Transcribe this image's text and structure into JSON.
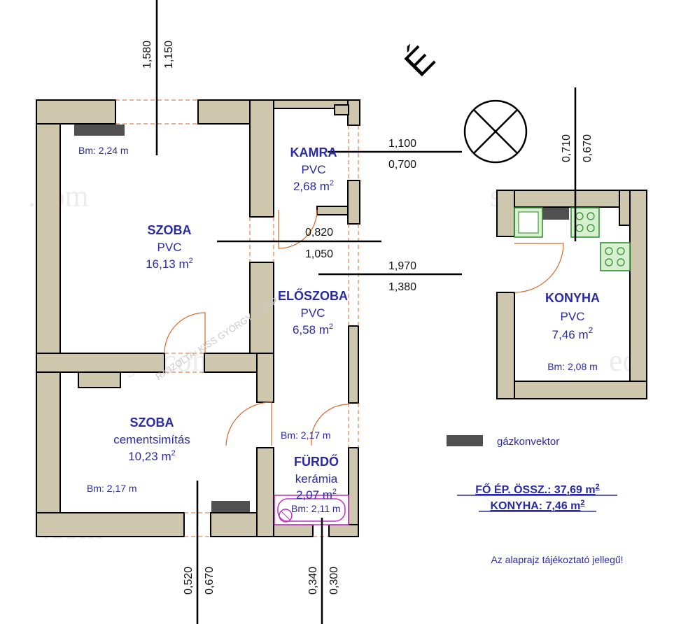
{
  "rooms": {
    "szoba1": {
      "name": "SZOBA",
      "material": "PVC",
      "area": "16,13 m",
      "sup": "2",
      "height": "Bm: 2,24 m"
    },
    "kamra": {
      "name": "KAMRA",
      "material": "PVC",
      "area": "2,68 m",
      "sup": "2"
    },
    "eloszoba": {
      "name": "ELŐSZOBA",
      "material": "PVC",
      "area": "6,58 m",
      "sup": "2",
      "height": "Bm: 2,17 m"
    },
    "szoba2": {
      "name": "SZOBA",
      "material": "cementsimítás",
      "area": "10,23 m",
      "sup": "2",
      "height": "Bm: 2,17 m"
    },
    "furdo": {
      "name": "FÜRDŐ",
      "material": "kerámia",
      "area": "2,07 m",
      "sup": "2",
      "height": "Bm: 2,11 m"
    },
    "konyha": {
      "name": "KONYHA",
      "material": "PVC",
      "area": "7,46 m",
      "sup": "2",
      "height": "Bm: 2,08 m"
    }
  },
  "dimensions": {
    "top_a": "1,580",
    "top_b": "1,150",
    "kamra_a": "1,100",
    "kamra_b": "0,700",
    "door_a": "0,820",
    "door_b": "1,050",
    "hall_a": "1,970",
    "hall_b": "1,380",
    "kitchen_a": "0,710",
    "kitchen_b": "0,670",
    "bottom_left_a": "0,520",
    "bottom_left_b": "0,670",
    "bottom_right_a": "0,340",
    "bottom_right_b": "0,300"
  },
  "north_label": "É",
  "legend": {
    "label": "gázkonvektor",
    "color": "#505050"
  },
  "totals": {
    "main": "FŐ ÉP. ÖSSZ.: 37,69 m",
    "main_sup": "2",
    "kitchen": "KONYHA: 7,46 m",
    "kitchen_sup": "2"
  },
  "note": "Az alaprajz tájékoztató jellegű!",
  "stamp": "RAJZOLTA: KISS GYÖRGY OTPIP",
  "colors": {
    "wall": "#cfc7ad",
    "text": "#2a2aa6",
    "door": "#d2692a",
    "fixture": "#2a8a2a",
    "bath": "#c030c0"
  }
}
